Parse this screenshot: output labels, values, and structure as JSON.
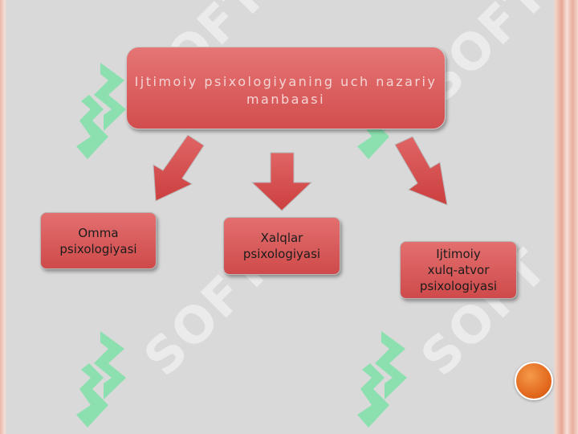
{
  "diagram": {
    "title": "Ijtimoiy psixologiyaning uch nazariy manbaasi",
    "children": [
      {
        "label": "Omma psixologiyasi"
      },
      {
        "label": "Xalqlar psixologiyasi"
      },
      {
        "label": "Ijtimoiy\nxulq-atvor\npsixologiyasi"
      }
    ]
  },
  "watermark": {
    "text": "SOFT",
    "color": "#f0f0f0",
    "logo_color": "#7ee0a8"
  },
  "colors": {
    "node_fill": "#d9534f",
    "arrow_fill": "#d64545",
    "background": "#d9d9d9",
    "accent_circle": "#e36a1e"
  }
}
